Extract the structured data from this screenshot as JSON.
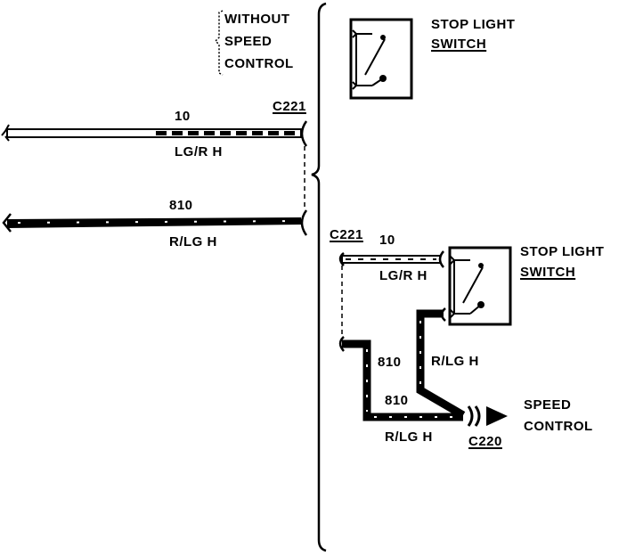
{
  "colors": {
    "ink": "#000000",
    "paper": "#ffffff",
    "light_wire": "#ffffff",
    "dark_wire": "#000000"
  },
  "top_section": {
    "heading": [
      "WITHOUT",
      "SPEED",
      "CONTROL"
    ],
    "switch_label": [
      "STOP LIGHT",
      "SWITCH"
    ],
    "connector": "C221",
    "wire_a": {
      "circuit": "10",
      "color_code": "LG/R  H"
    },
    "wire_b": {
      "circuit": "810",
      "color_code": "R/LG  H"
    }
  },
  "bottom_section": {
    "connector_a": "C221",
    "wire_a": {
      "circuit": "10",
      "color_code": "LG/R  H"
    },
    "switch_label": [
      "STOP LIGHT",
      "SWITCH"
    ],
    "wire_b_vertical": {
      "circuit": "810"
    },
    "wire_b_horizontal": {
      "circuit": "810",
      "color_code": "R/LG  H"
    },
    "wire_c": {
      "color_code": "R/LG  H"
    },
    "connector_b": "C220",
    "speed_control": [
      "SPEED",
      "CONTROL"
    ]
  }
}
